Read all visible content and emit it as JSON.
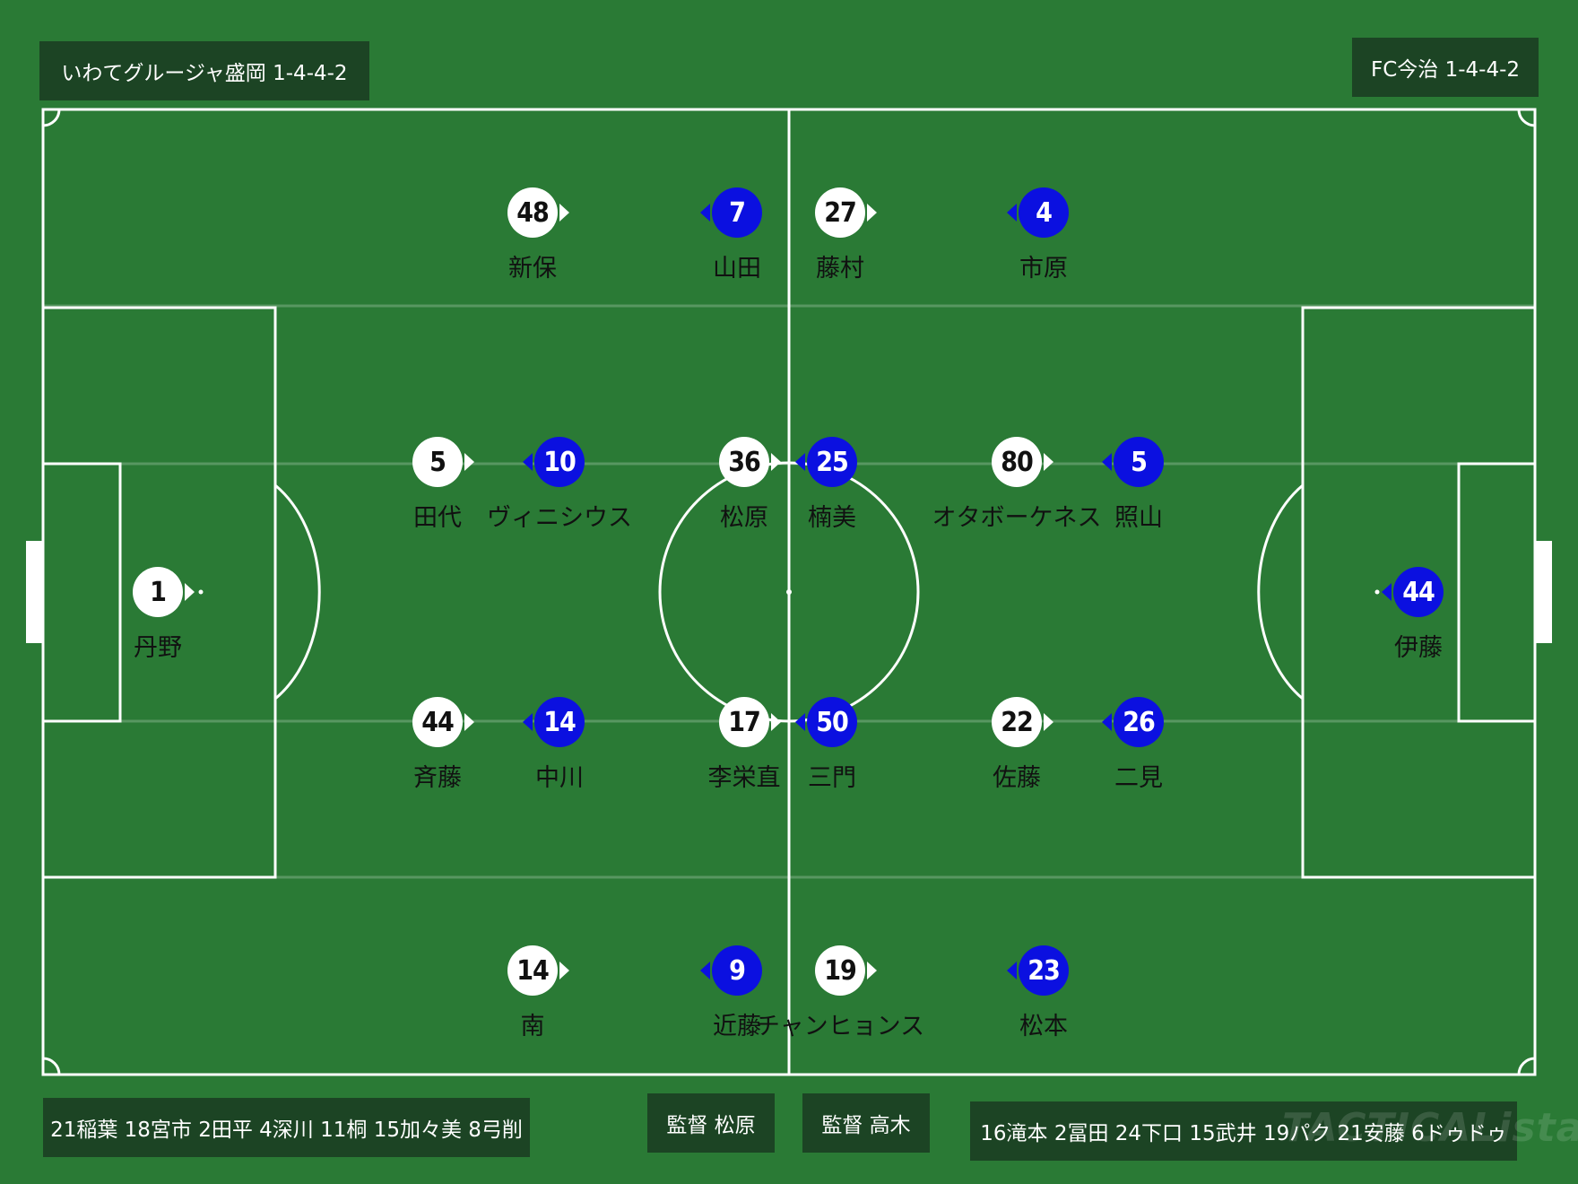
{
  "home": {
    "label": "いわてグルージャ盛岡 1-4-4-2",
    "bench": "21稲葉 18宮市 2田平 4深川 11桐 15加々美 8弓削",
    "manager": "監督 松原",
    "color": "#ffffff",
    "players": [
      {
        "number": "1",
        "name": "丹野"
      },
      {
        "number": "5",
        "name": "田代"
      },
      {
        "number": "44",
        "name": "斉藤"
      },
      {
        "number": "48",
        "name": "新保"
      },
      {
        "number": "14",
        "name": "南"
      },
      {
        "number": "36",
        "name": "松原"
      },
      {
        "number": "17",
        "name": "李栄直"
      },
      {
        "number": "27",
        "name": "藤村"
      },
      {
        "number": "19",
        "name": "チャンヒョンス"
      },
      {
        "number": "80",
        "name": "オタボーケネス"
      },
      {
        "number": "22",
        "name": "佐藤"
      }
    ]
  },
  "away": {
    "label": "FC今治 1-4-4-2",
    "bench": "16滝本 2冨田 24下口 15武井 19パク 21安藤 6ドゥドゥ",
    "manager": "監督 高木",
    "color": "#0b10e0",
    "players": [
      {
        "number": "44",
        "name": "伊藤"
      },
      {
        "number": "5",
        "name": "照山"
      },
      {
        "number": "26",
        "name": "二見"
      },
      {
        "number": "4",
        "name": "市原"
      },
      {
        "number": "23",
        "name": "松本"
      },
      {
        "number": "25",
        "name": "楠美"
      },
      {
        "number": "50",
        "name": "三門"
      },
      {
        "number": "7",
        "name": "山田"
      },
      {
        "number": "9",
        "name": "近藤"
      },
      {
        "number": "10",
        "name": "ヴィニシウス"
      },
      {
        "number": "14",
        "name": "中川"
      }
    ]
  },
  "watermark": "TACTICALista",
  "pitch_color": "#2a7a35",
  "line_color": "#ffffff"
}
